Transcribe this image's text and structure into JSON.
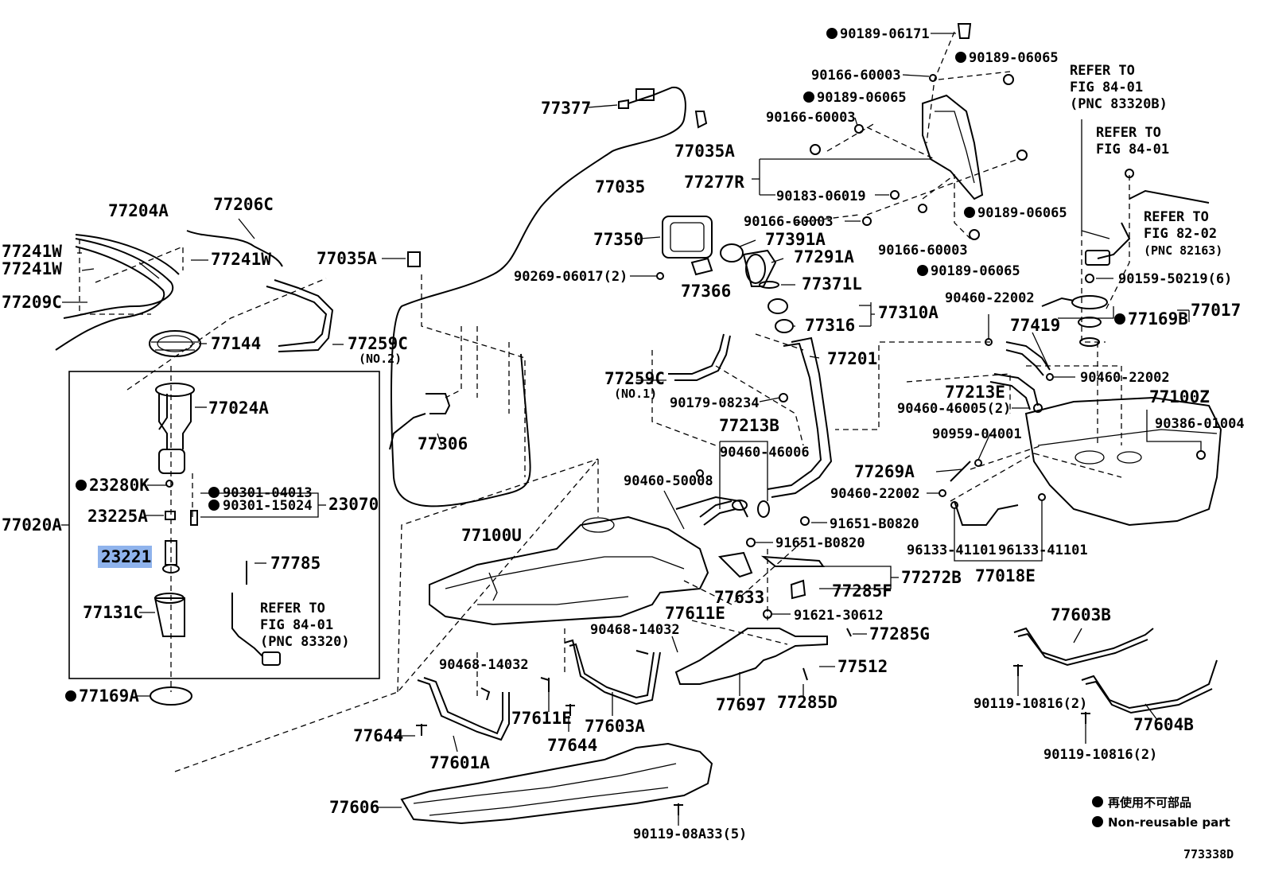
{
  "diagram": {
    "figure_id": "773338D",
    "legend": {
      "jp": "再使用不可部品",
      "en": "Non-reusable part"
    },
    "highlighted_part": "23221",
    "labels": {
      "p90189_06171": "90189-06171",
      "p90189_06065a": "90189-06065",
      "p90166_60003a": "90166-60003",
      "p90189_06065b": "90189-06065",
      "p90166_60003b": "90166-60003",
      "p77277R": "77277R",
      "p90183_06019": "90183-06019",
      "p90189_06065c": "90189-06065",
      "p90166_60003c": "90166-60003",
      "p90166_60003d": "90166-60003",
      "p90189_06065d": "90189-06065",
      "p77377": "77377",
      "p77035A_top": "77035A",
      "p77035": "77035",
      "p77350": "77350",
      "p77391A": "77391A",
      "p77291A": "77291A",
      "p90269": "90269-06017(2)",
      "p77366": "77366",
      "p77371L": "77371L",
      "p77310A": "77310A",
      "p77316": "77316",
      "p77201": "77201",
      "p77035A_left": "77035A",
      "p77204A": "77204A",
      "p77206C": "77206C",
      "p77241W_1": "77241W",
      "p77241W_2": "77241W",
      "p77241W_3": "77241W",
      "p77209C": "77209C",
      "p77144": "77144",
      "p77259C_no2": "77259C",
      "no2": "(NO.2)",
      "p77024A": "77024A",
      "p23280K": "23280K",
      "p90301_04013": "90301-04013",
      "p90301_15024": "90301-15024",
      "p23070": "23070",
      "p23225A": "23225A",
      "p77020A": "77020A",
      "p23221": "23221",
      "p77785": "77785",
      "p77131C": "77131C",
      "refer1_a": "REFER TO",
      "refer1_b": "FIG 84-01",
      "refer1_c": "(PNC 83320)",
      "p77169A": "77169A",
      "p77306": "77306",
      "p77259C_no1": "77259C",
      "no1": "(NO.1)",
      "p90179": "90179-08234",
      "p77213B": "77213B",
      "p90460_46006": "90460-46006",
      "p90460_50008": "90460-50008",
      "p77100U": "77100U",
      "p91651_a": "91651-B0820",
      "p91651_b": "91651-B0820",
      "p77633": "77633",
      "p77272B": "77272B",
      "p77285F": "77285F",
      "p77611E_top": "77611E",
      "p91621": "91621-30612",
      "p90468_a": "90468-14032",
      "p77285G": "77285G",
      "p90468_b": "90468-14032",
      "p77512": "77512",
      "p77697": "77697",
      "p77285D": "77285D",
      "p77611E_bot": "77611E",
      "p77603A": "77603A",
      "p77644_a": "77644",
      "p77644_b": "77644",
      "p77601A": "77601A",
      "p77606": "77606",
      "p90119_08A33": "90119-08A33(5)",
      "refer2_a": "REFER TO",
      "refer2_b": "FIG 84-01",
      "refer2_c": "(PNC 83320B)",
      "refer3_a": "REFER TO",
      "refer3_b": "FIG 84-01",
      "refer4_a": "REFER TO",
      "refer4_b": "FIG 82-02",
      "refer4_c": "(PNC 82163)",
      "p90159": "90159-50219(6)",
      "p77017": "77017",
      "p90460_22002_a": "90460-22002",
      "p77169B": "77169B",
      "p77419": "77419",
      "p90460_22002_b": "90460-22002",
      "p77213E": "77213E",
      "p90460_46005": "90460-46005(2)",
      "p77100Z": "77100Z",
      "p90386": "90386-01004",
      "p90959": "90959-04001",
      "p77269A": "77269A",
      "p90460_22002_c": "90460-22002",
      "p96133_a": "96133-41101",
      "p96133_b": "96133-41101",
      "p77018E": "77018E",
      "p77603B": "77603B",
      "p90119_10816_a": "90119-10816(2)",
      "p77604B": "77604B",
      "p90119_10816_b": "90119-10816(2)"
    }
  }
}
